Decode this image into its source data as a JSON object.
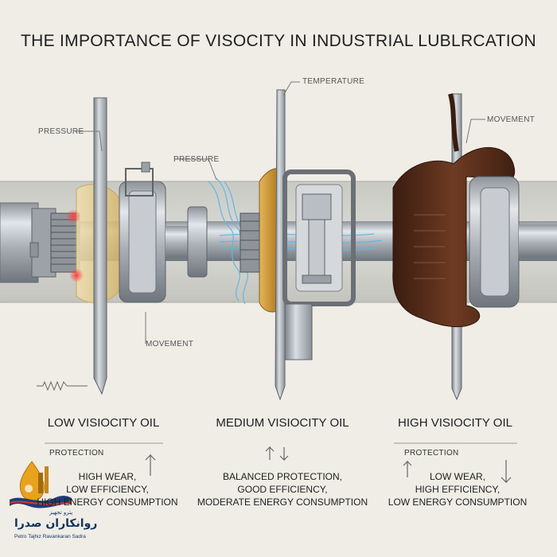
{
  "title": "THE IMPORTANCE OF VISOCITY IN INDUSTRIAL LUBLRCATION",
  "callouts": {
    "pressure_left": "PRESSURE",
    "pressure_mid": "PRESSURE",
    "temperature": "TEMPERATURE",
    "movement_left": "MOVEMENT",
    "movement_right": "MOVEMENT"
  },
  "columns": [
    {
      "title": "LOW VISIOCITY OIL",
      "tag": "PROTECTION",
      "lines": [
        "HIGH WEAR,",
        "LOW EFFICIENCY,",
        "HIGH ENERGY CONSUMPTION"
      ],
      "oil_color": "#e2c98a"
    },
    {
      "title": "MEDIUM VISIOCITY OIL",
      "tag": "",
      "lines": [
        "BALANCED PROTECTION,",
        "GOOD EFFICIENCY,",
        "MODERATE ENERGY CONSUMPTION"
      ],
      "oil_color": "#c99a3e"
    },
    {
      "title": "HIGH VISIOCITY OIL",
      "tag": "PROTECTION",
      "lines": [
        "LOW WEAR,",
        "HIGH EFFICIENCY,",
        "LOW ENERGY CONSUMPTION"
      ],
      "oil_color": "#5a3020"
    }
  ],
  "logo": {
    "arabic": "روانکاران صدرا",
    "arabic_top": "پترو تجهیز",
    "latin": "Petro Tajhiz Ravankaran Sadra"
  },
  "colors": {
    "background": "#efede6",
    "metal": "#b9bec4",
    "heat_spot": "#ff2d2d",
    "flow": "#5bb8e8"
  },
  "icons": [
    "arrow-up-icon",
    "arrow-up-down-icon",
    "arrow-down-icon"
  ]
}
